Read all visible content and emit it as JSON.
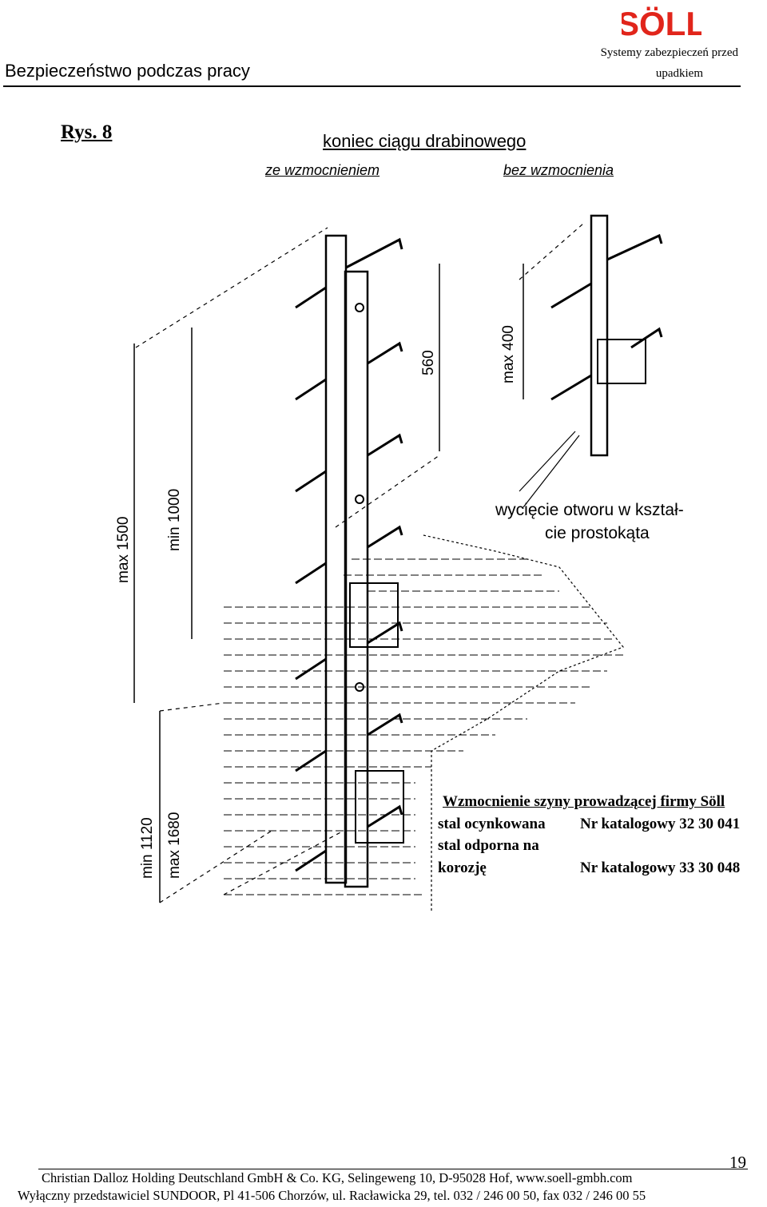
{
  "header": {
    "title": "Bezpieczeństwo podczas pracy",
    "subtitle_line1": "Systemy zabezpieczeń przed",
    "subtitle_line2": "upadkiem",
    "logo_text": "SÖLL"
  },
  "figure": {
    "label": "Rys. 8",
    "heading": "koniec ciągu drabinowego",
    "left_caption": "ze wzmocnieniem",
    "right_caption": "bez wzmocnienia",
    "dimensions": {
      "max_1500": "max 1500",
      "min_1000": "min 1000",
      "d560": "560",
      "max_400": "max 400",
      "min_1120": "min 1120",
      "max_1680": "max 1680"
    },
    "callout_line1": "wycięcie otworu w kształ-",
    "callout_line2": "cie prostokąta",
    "info": {
      "title": "Wzmocnienie szyny prowadzącej firmy Söll",
      "line1_label": "stal ocynkowana",
      "line1_code": "Nr katalogowy 32 30 041",
      "line2_label": "stal odporna na",
      "line3_label": "korozję",
      "line3_code": "Nr katalogowy 33 30 048"
    }
  },
  "footer": {
    "page_number": "19",
    "line1": "Christian Dalloz Holding Deutschland GmbH & Co. KG, Selingeweng 10, D-95028 Hof,  www.soell-gmbh.com",
    "line2": "Wyłączny przedstawiciel SUNDOOR, Pl 41-506 Chorzów,  ul. Racławicka 29, tel. 032 / 246 00 50, fax 032 / 246 00 55"
  },
  "colors": {
    "logo_red": "#e1251b",
    "ink": "#000000"
  }
}
